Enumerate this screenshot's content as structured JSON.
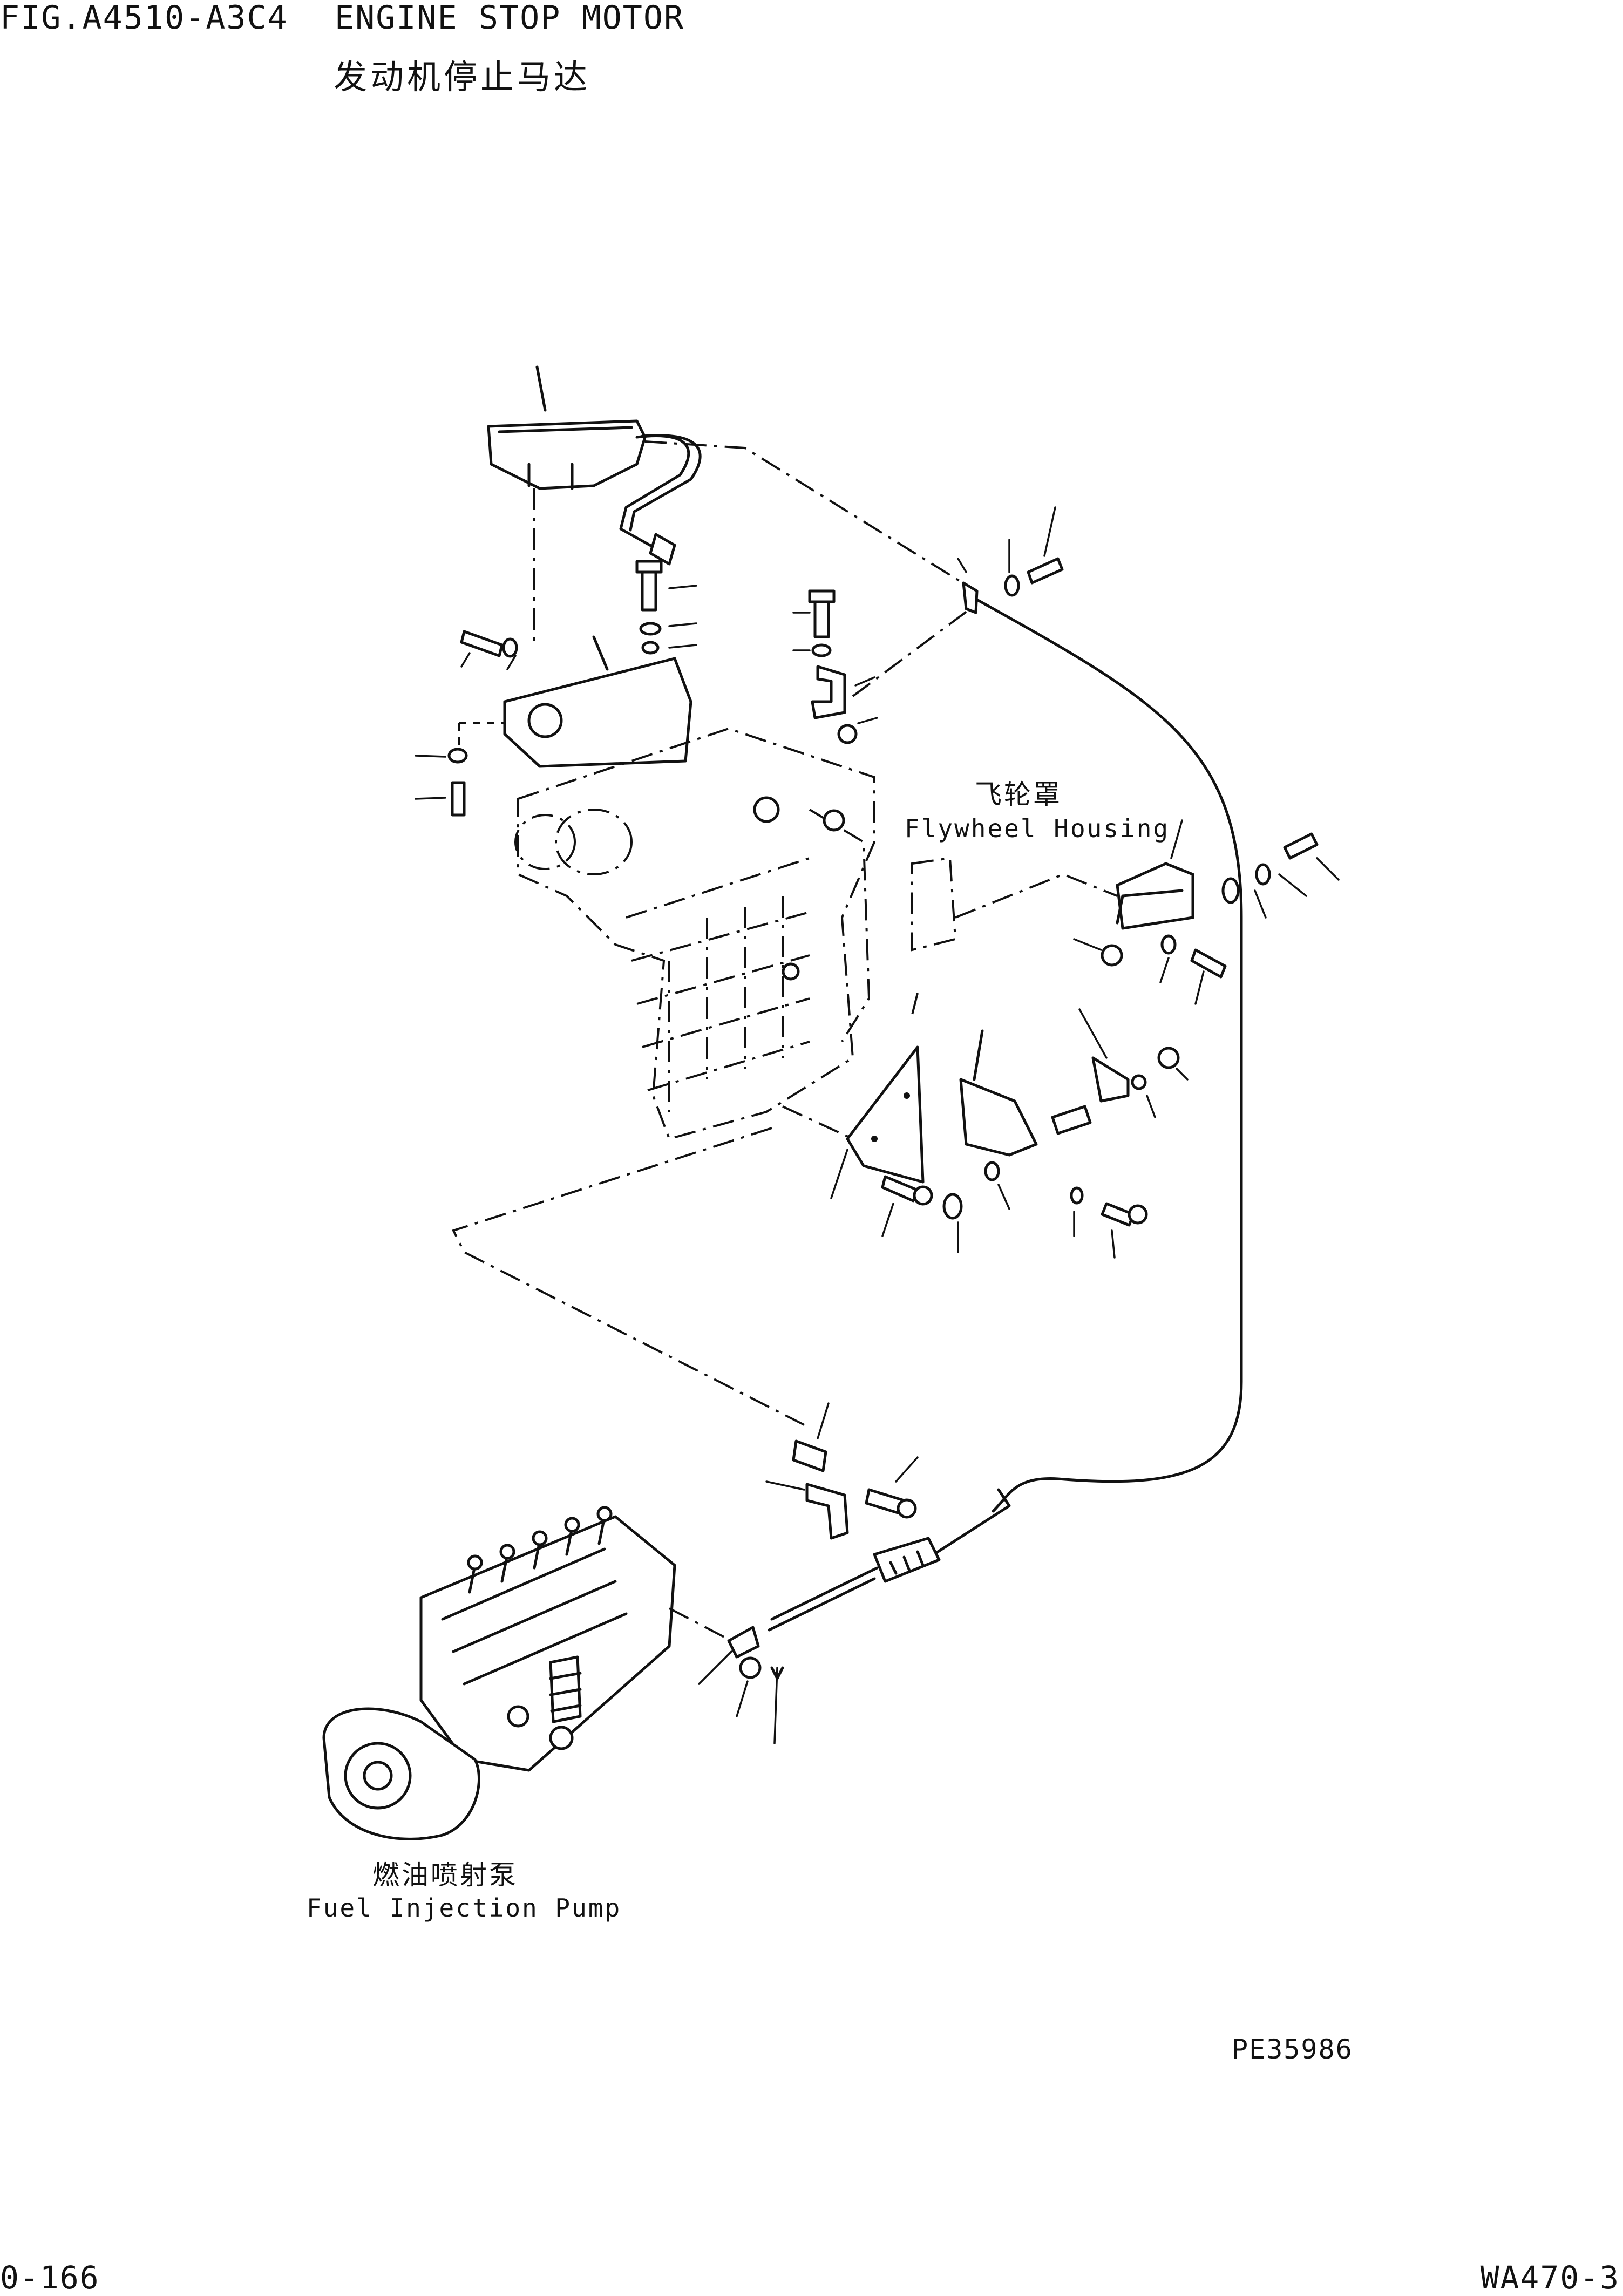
{
  "header": {
    "figure_id": "FIG.A4510-A3C4",
    "title_en": "ENGINE STOP MOTOR",
    "title_cn": "发动机停止马达"
  },
  "labels": {
    "flywheel_housing_cn": "飞轮罩",
    "flywheel_housing_en": "Flywheel Housing",
    "fuel_injection_pump_cn": "燃油喷射泵",
    "fuel_injection_pump_en": "Fuel Injection Pump"
  },
  "footer": {
    "drawing_number": "PE35986",
    "page_number": "0-166",
    "model": "WA470-3"
  }
}
